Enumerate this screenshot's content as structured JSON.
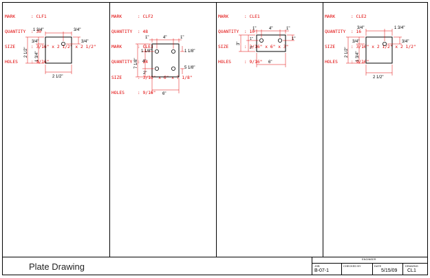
{
  "panels": [
    {
      "lines": [
        "MARK      : CLF1",
        "QUANTITY  : 30",
        "SIZE      : 3/16\" x 2 1/2\" x 2 1/2\"",
        "HOLES     : 9/16\""
      ],
      "dims": {
        "top_left": "1 3/4\"",
        "top_right": "3/4\"",
        "right": "3/4\"",
        "left_small": "3/4\"",
        "left_inner": "1 3/4\"",
        "left_outer": "2 1/2\"",
        "bottom": "2 1/2\""
      }
    },
    {
      "lines": [
        "MARK      : CLF2",
        "QUANTITY  : 48",
        "MARK      : CLE3",
        "QUANTITY  : 24",
        "SIZE      : 3/16\" x 6\" x 7 1/8\"",
        "HOLES     : 9/16\""
      ],
      "dims": {
        "top_left": "1\"",
        "top_mid": "4\"",
        "top_right": "1\"",
        "left_top": "1 1/8\"",
        "left_mid": "4\"",
        "left_bot": "2\"",
        "left_outer": "7 1/8\"",
        "right_top": "1 1/8\"",
        "right_bot": "5 1/8\"",
        "bottom": "6\""
      }
    },
    {
      "lines": [
        "MARK      : CLE1",
        "QUANTITY  : 10",
        "SIZE      : 3/16\" x 6\" x 3\"",
        "HOLES     : 9/16\""
      ],
      "dims": {
        "top_left": "1\"",
        "top_mid": "4\"",
        "top_right": "1\"",
        "left_outer": "3\"",
        "left_a": "1\"",
        "left_b": "2\"",
        "right": "1\"",
        "bottom": "6\""
      }
    },
    {
      "lines": [
        "MARK      : CLE2",
        "QUANTITY  : 16",
        "SIZE      : 3/16\" x 2 1/2\" x 2 1/2\"",
        "HOLES     : 9/16\""
      ],
      "dims": {
        "top_left": "3/4\"",
        "top_right": "1 3/4\"",
        "right": "3/4\"",
        "left_small": "3/4\"",
        "left_inner": "1 3/4\"",
        "left_outer": "2 1/2\"",
        "bottom": "2 1/2\""
      }
    }
  ],
  "title_block": {
    "title": "Plate Drawing",
    "engineer_label": "ENGINEER",
    "job_label": "JOB",
    "job_value": "B-07-1",
    "checked_label": "CHECKED BY",
    "date_label": "DATE",
    "date_value": "5/15/09",
    "drawing_label": "DRAWING",
    "drawing_value": "CL1"
  }
}
